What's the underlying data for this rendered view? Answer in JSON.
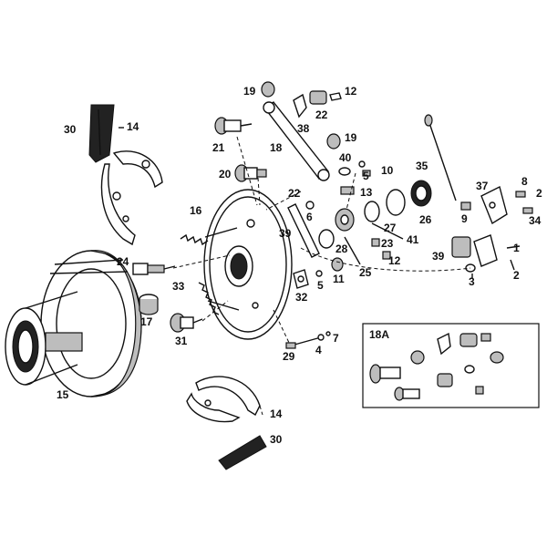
{
  "labels": {
    "l1": "1",
    "l2a": "2",
    "l2b": "2",
    "l3": "3",
    "l4": "4",
    "l5a": "5",
    "l5b": "5",
    "l6": "6",
    "l7": "7",
    "l8": "8",
    "l9": "9",
    "l10": "10",
    "l11": "11",
    "l12a": "12",
    "l12b": "12",
    "l13": "13",
    "l14a": "14",
    "l14b": "14",
    "l15": "15",
    "l16": "16",
    "l17": "17",
    "l18": "18",
    "l18a": "18A",
    "l19a": "19",
    "l19b": "19",
    "l20": "20",
    "l21": "21",
    "l22a": "22",
    "l22b": "22",
    "l23": "23",
    "l24": "24",
    "l25": "25",
    "l26": "26",
    "l27": "27",
    "l28": "28",
    "l29": "29",
    "l30a": "30",
    "l30b": "30",
    "l31": "31",
    "l32": "32",
    "l33": "33",
    "l34": "34",
    "l35": "35",
    "l37": "37",
    "l38": "38",
    "l39a": "39",
    "l39b": "39",
    "l40": "40",
    "l41": "41"
  }
}
